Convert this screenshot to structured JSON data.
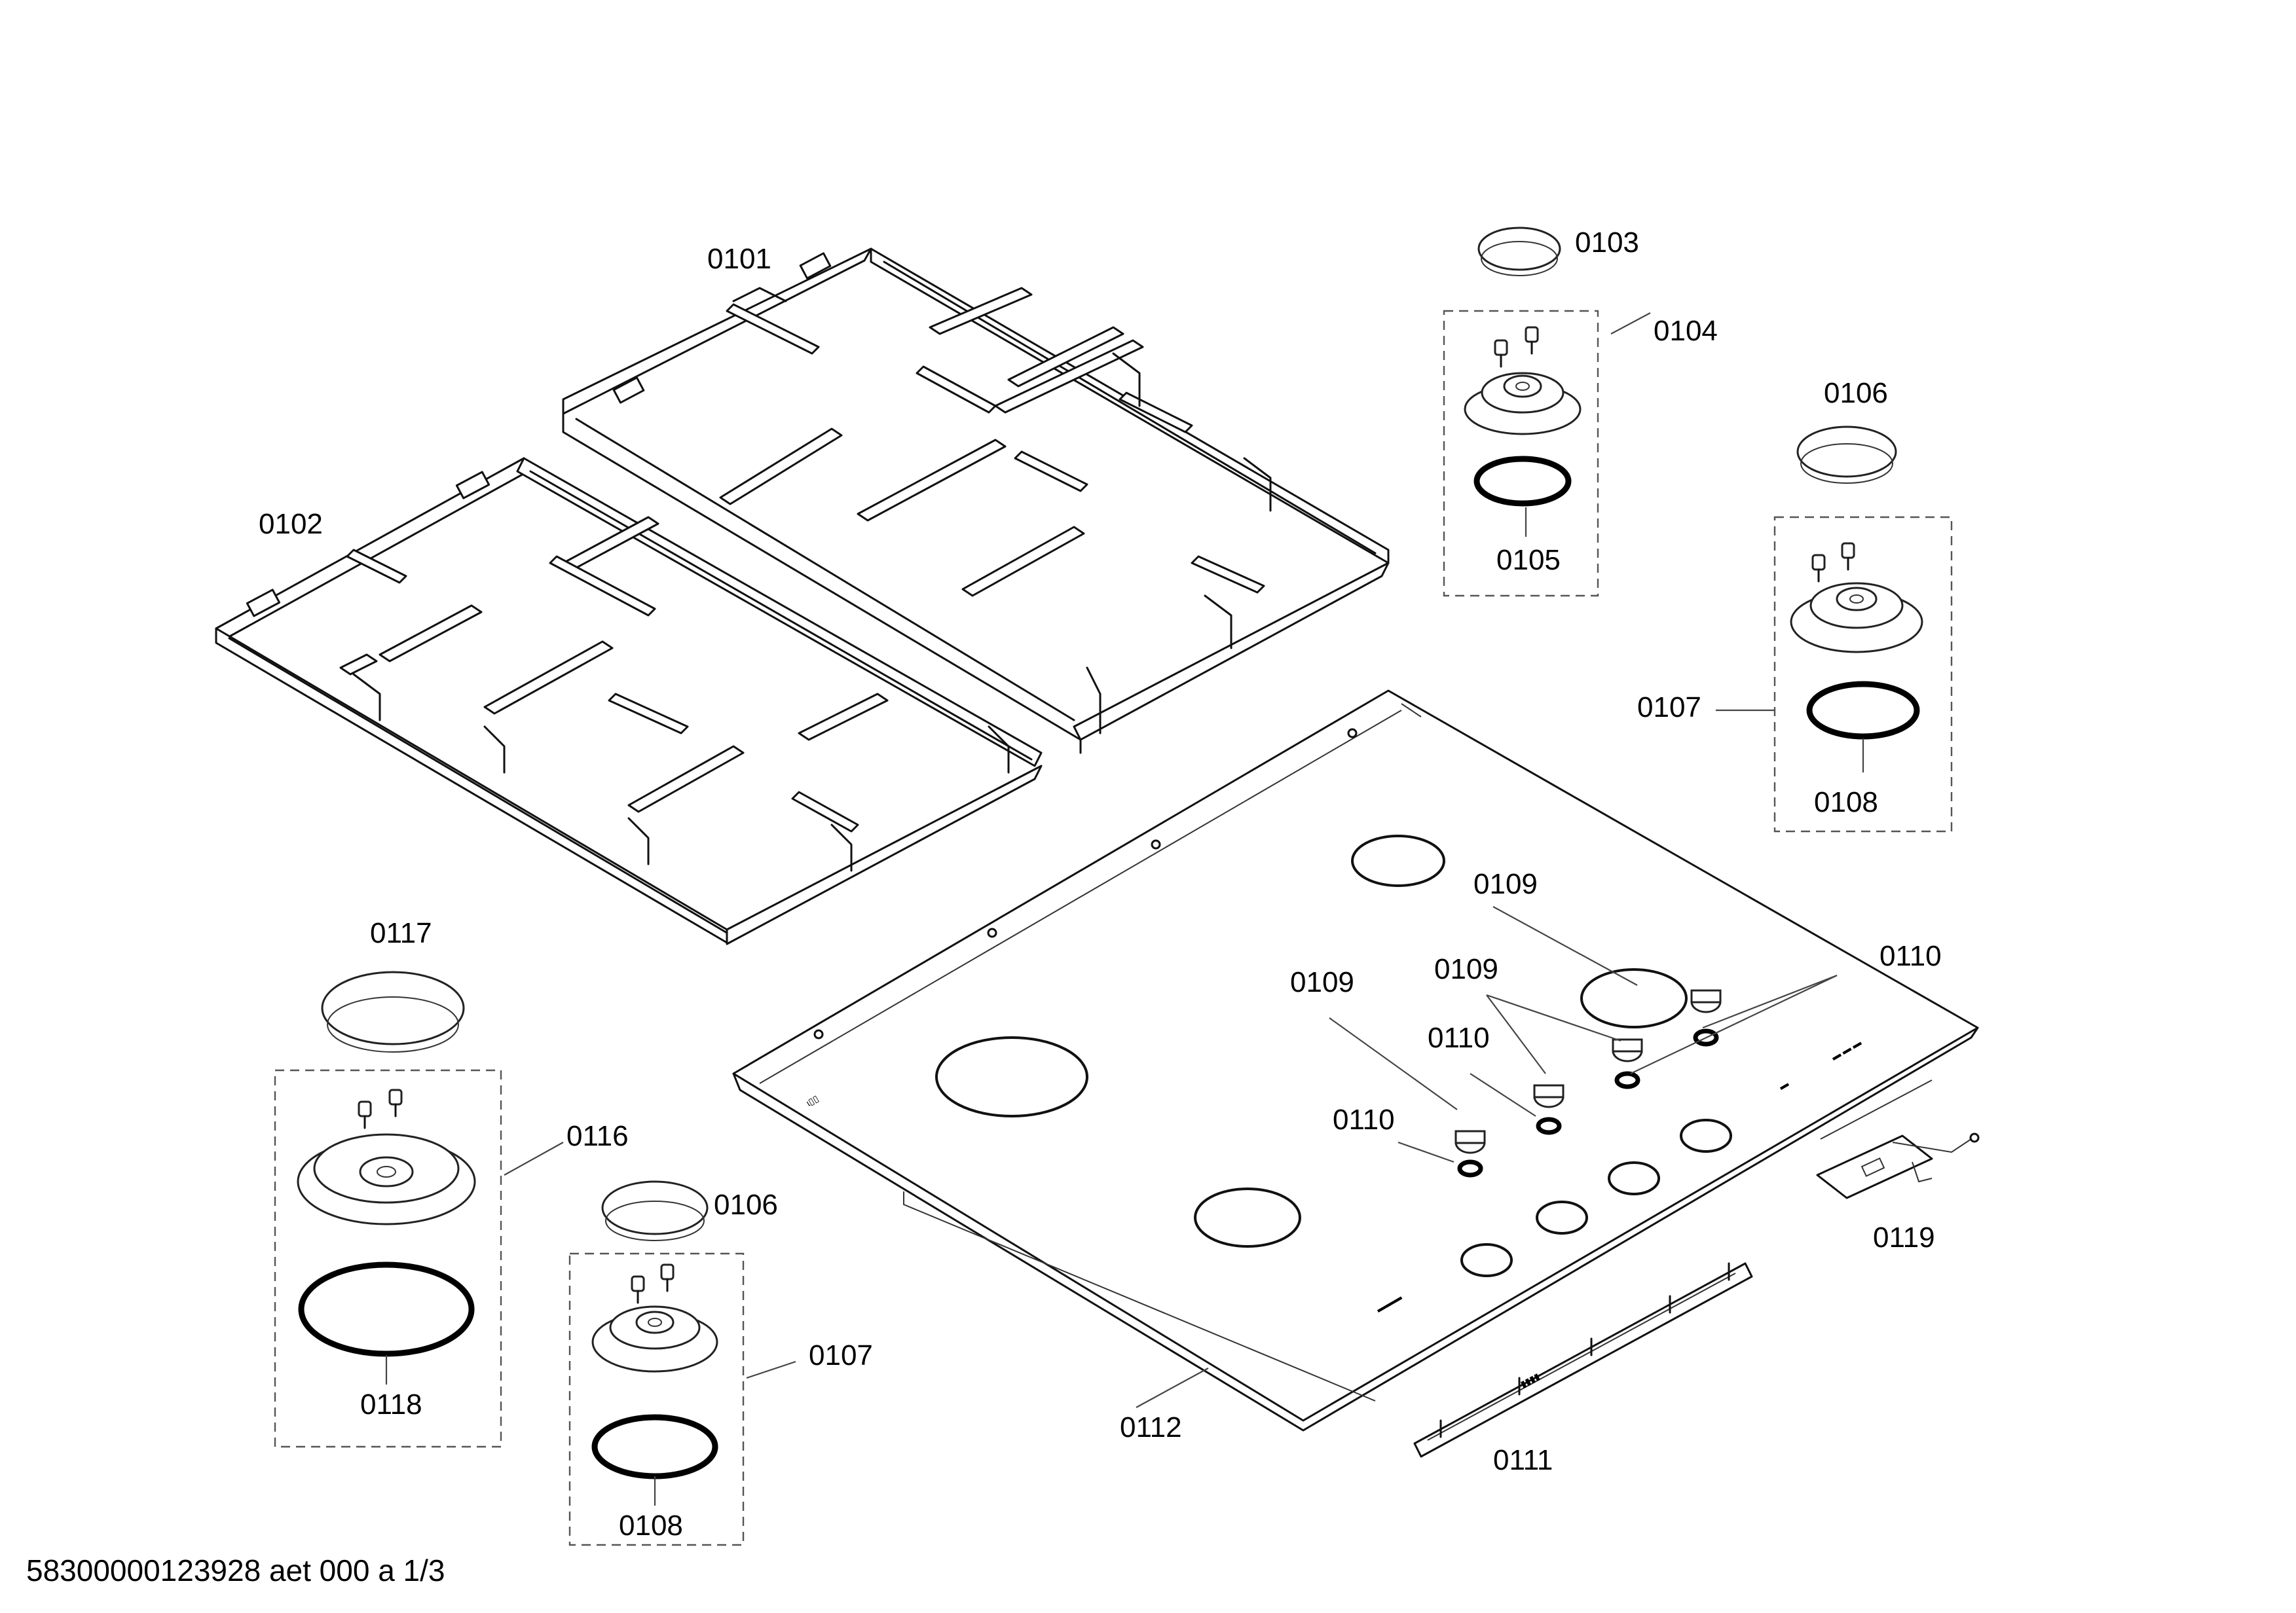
{
  "diagram": {
    "part_labels": {
      "p0101": "0101",
      "p0102": "0102",
      "p0103": "0103",
      "p0104": "0104",
      "p0105": "0105",
      "p0106_a": "0106",
      "p0106_b": "0106",
      "p0107_a": "0107",
      "p0107_b": "0107",
      "p0108_a": "0108",
      "p0108_b": "0108",
      "p0109_a": "0109",
      "p0109_b": "0109",
      "p0109_c": "0109",
      "p0110_a": "0110",
      "p0110_b": "0110",
      "p0110_c": "0110",
      "p0111": "0111",
      "p0112": "0112",
      "p0116": "0116",
      "p0117": "0117",
      "p0118": "0118",
      "p0119": "0119"
    },
    "footer": "58300000123928 aet 000 a 1/3"
  }
}
